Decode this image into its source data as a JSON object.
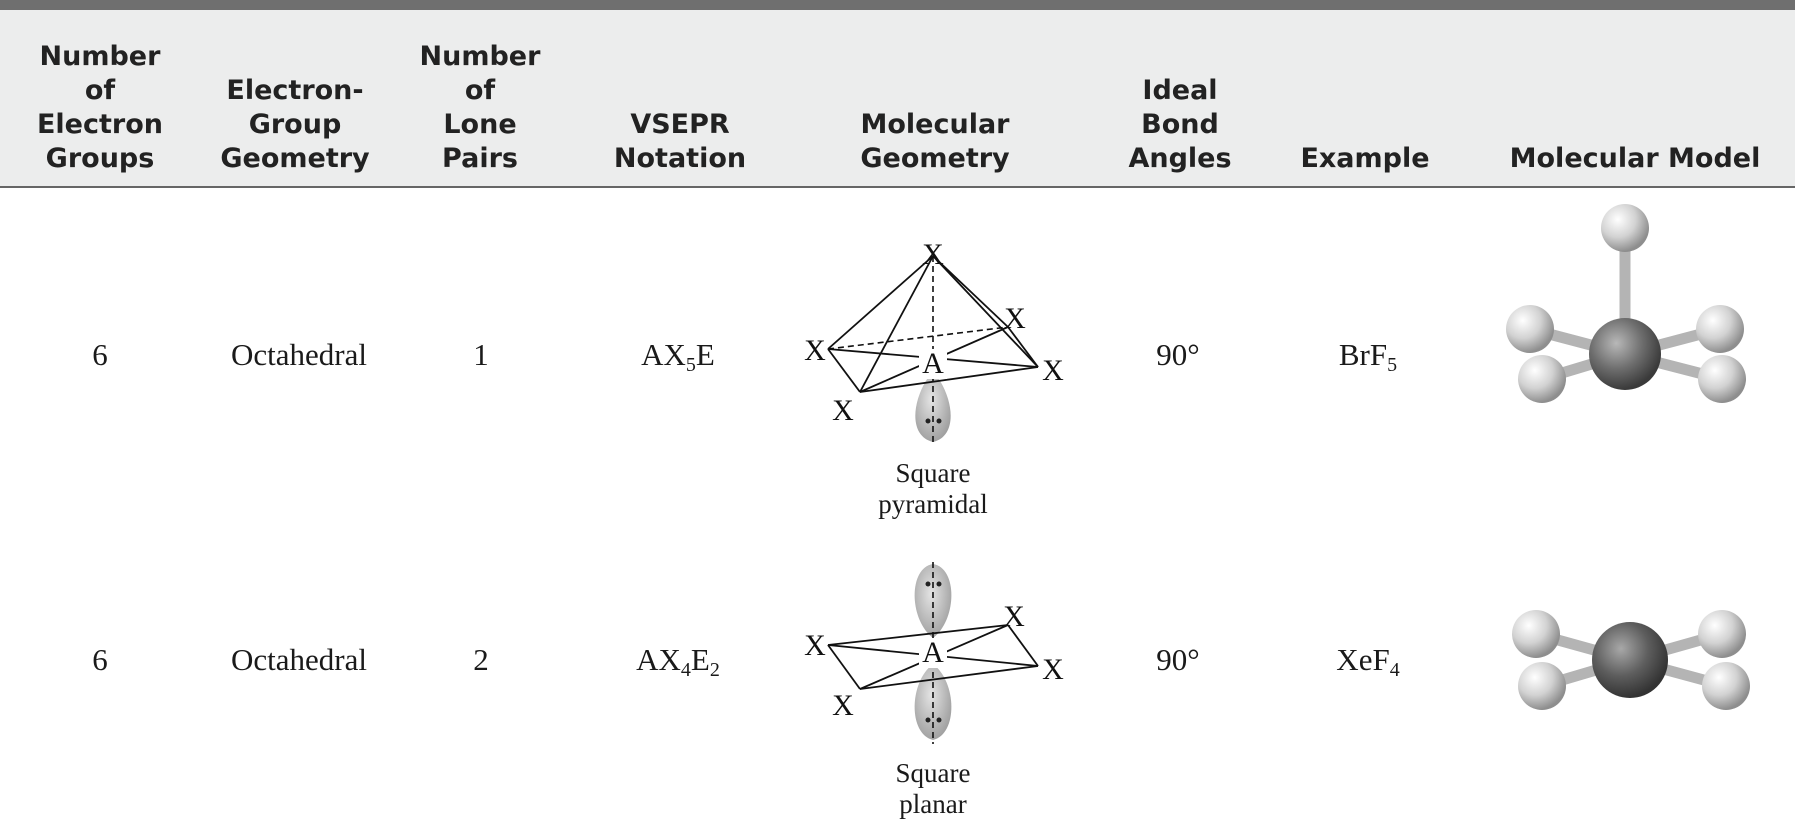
{
  "headers": [
    [
      "Number",
      "of",
      "Electron",
      "Groups"
    ],
    [
      "Electron-",
      "Group",
      "Geometry"
    ],
    [
      "Number",
      "of",
      "Lone",
      "Pairs"
    ],
    [
      "VSEPR",
      "Notation"
    ],
    [
      "Molecular",
      "Geometry"
    ],
    [
      "Ideal",
      "Bond",
      "Angles"
    ],
    [
      "Example"
    ],
    [
      "Molecular Model"
    ]
  ],
  "rows": [
    {
      "electron_groups": "6",
      "electron_group_geometry": "Octahedral",
      "lone_pairs": "1",
      "vsepr_base": "AX",
      "vsepr_sub1": "5",
      "vsepr_tail": "E",
      "vsepr_sub2": "",
      "geometry_line1": "Square",
      "geometry_line2": "pyramidal",
      "bond_angle": "90°",
      "example_base": "BrF",
      "example_sub": "5",
      "atom_x": "X",
      "atom_a": "A"
    },
    {
      "electron_groups": "6",
      "electron_group_geometry": "Octahedral",
      "lone_pairs": "2",
      "vsepr_base": "AX",
      "vsepr_sub1": "4",
      "vsepr_tail": "E",
      "vsepr_sub2": "2",
      "geometry_line1": "Square",
      "geometry_line2": "planar",
      "bond_angle": "90°",
      "example_base": "XeF",
      "example_sub": "4",
      "atom_x": "X",
      "atom_a": "A"
    }
  ],
  "colors": {
    "header_background": "#eceded",
    "top_bar": "#6f6f6f",
    "central_atom": "#6e6e6e",
    "outer_atom": "#d2d2d2",
    "lone_pair_lobe": "#c4c4c4"
  }
}
